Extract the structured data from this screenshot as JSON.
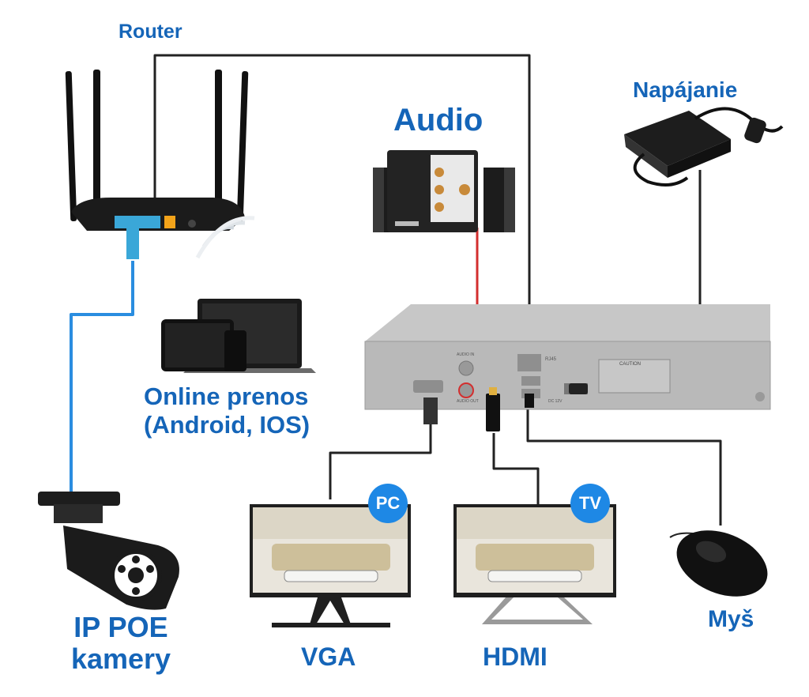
{
  "labels": {
    "router": "Router",
    "audio": "Audio",
    "power": "Napájanie",
    "online_line1": "Online prenos",
    "online_line2": "(Android, IOS)",
    "camera_line1": "IP POE",
    "camera_line2": "kamery",
    "vga": "VGA",
    "hdmi": "HDMI",
    "mouse": "Myš"
  },
  "badges": {
    "pc": "PC",
    "tv": "TV"
  },
  "nvr_panel": {
    "audio_in": "AUDIO IN",
    "audio_out": "AUDIO OUT",
    "rj45": "RJ45",
    "dc": "DC 12V",
    "caution": "CAUTION"
  },
  "colors": {
    "label": "#1565b8",
    "poe_cable": "#2a8de0",
    "audio_cable": "#d32f2f",
    "cable": "#222222",
    "nvr": "#b9b9b9",
    "badge": "#1e88e5"
  }
}
